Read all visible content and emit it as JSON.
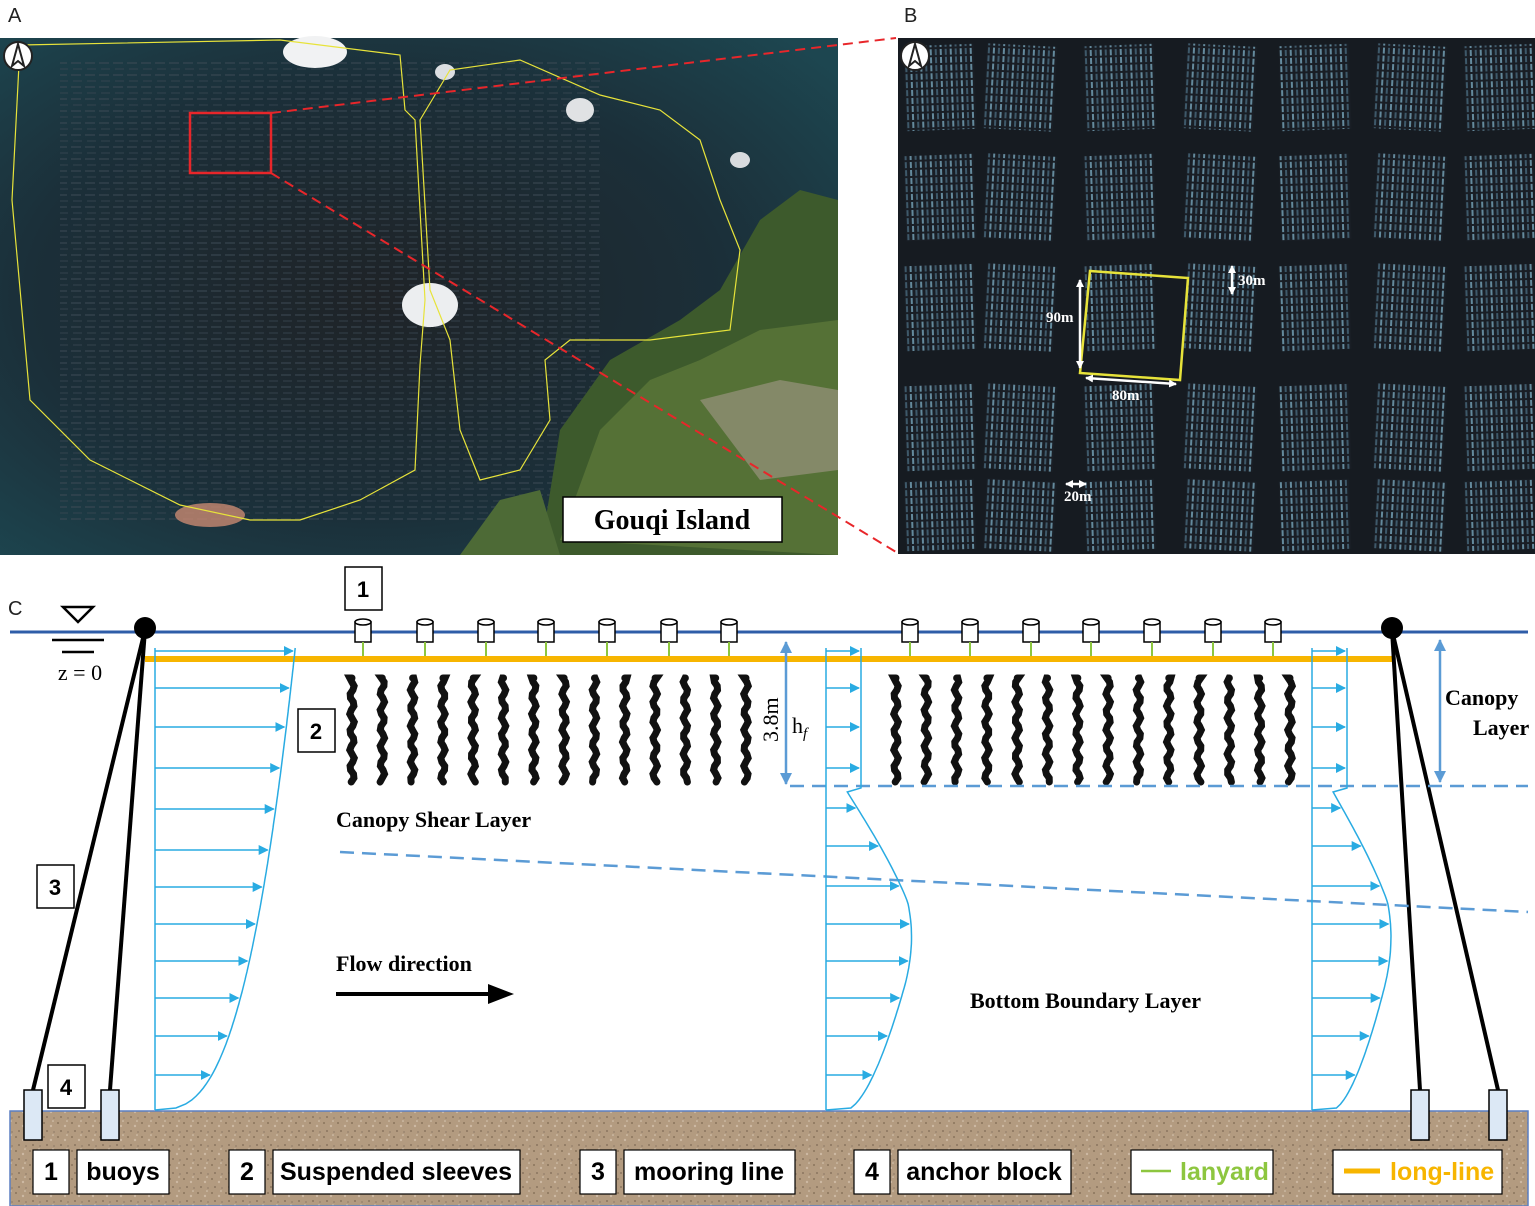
{
  "panels": {
    "a": {
      "letter": "A",
      "place_label": "Gouqi Island"
    },
    "b": {
      "letter": "B",
      "dims": {
        "height": "90m",
        "width": "80m",
        "gap_vertical": "30m",
        "gap_horizontal": "20m"
      }
    },
    "c": {
      "letter": "C",
      "surface_label": "z = 0",
      "depth_label": "3.8m",
      "hf_label": "h",
      "hf_sub": "f",
      "canopy_layer_line1": "Canopy",
      "canopy_layer_line2": "Layer",
      "canopy_shear_label": "Canopy Shear Layer",
      "flow_label": "Flow direction",
      "bottom_label": "Bottom Boundary Layer",
      "callouts": [
        "1",
        "2",
        "3",
        "4"
      ]
    }
  },
  "legend": [
    {
      "num": "1",
      "text": "buoys"
    },
    {
      "num": "2",
      "text": "Suspended sleeves"
    },
    {
      "num": "3",
      "text": "mooring line"
    },
    {
      "num": "4",
      "text": "anchor block"
    }
  ],
  "legend_lines": [
    {
      "text": "lanyard",
      "color": "#8dc63f"
    },
    {
      "text": "long-line",
      "color": "#f7b500"
    }
  ],
  "colors": {
    "water_line": "#2f5da8",
    "long_line": "#f7b500",
    "lanyard": "#8dc63f",
    "velocity": "#29abe2",
    "canopy_boundary": "#5b9bd5",
    "seabed": "#b39b80",
    "sat_sea": "#1b3440",
    "inset_red": "#e8262a",
    "plot_outline": "#e7e33a"
  }
}
